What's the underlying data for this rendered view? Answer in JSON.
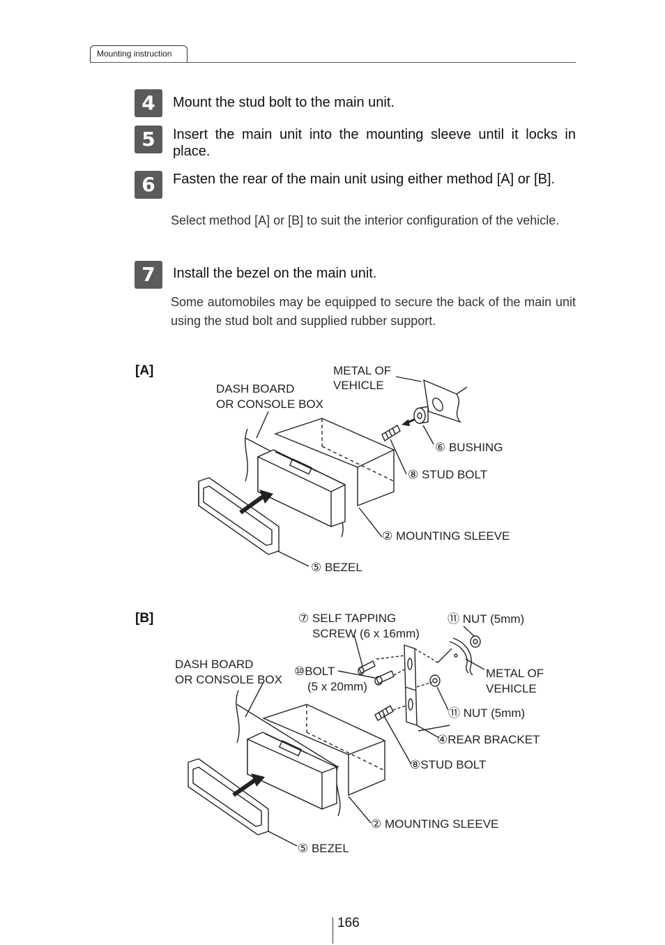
{
  "header": {
    "section_tab": "Mounting instruction"
  },
  "steps": [
    {
      "number": "4",
      "text": "Mount the stud bolt to the main unit."
    },
    {
      "number": "5",
      "text": "Insert the main unit into the mounting sleeve until it locks in place."
    },
    {
      "number": "6",
      "text": "Fasten the rear of the main unit using either method [A] or [B].",
      "note": "Select method [A] or [B] to suit the interior configuration of the vehicle."
    },
    {
      "number": "7",
      "text": "Install the bezel on the main unit.",
      "note": "Some automobiles may be equipped to secure the back of the main unit using the stud bolt and supplied rubber support."
    }
  ],
  "figure_a": {
    "label": "[A]",
    "callouts": {
      "metal_of_vehicle_1": "METAL OF",
      "metal_of_vehicle_2": "VEHICLE",
      "dash_board_1": "DASH BOARD",
      "dash_board_2": "OR CONSOLE BOX",
      "bushing": "⑥ BUSHING",
      "stud_bolt": "⑧ STUD BOLT",
      "mounting_sleeve": "② MOUNTING SLEEVE",
      "bezel": "⑤ BEZEL"
    }
  },
  "figure_b": {
    "label": "[B]",
    "callouts": {
      "self_tapping_1": "⑦ SELF TAPPING",
      "self_tapping_2": "SCREW (6 x 16mm)",
      "nut_top": "⑪ NUT (5mm)",
      "dash_board_1": "DASH BOARD",
      "dash_board_2": "OR CONSOLE BOX",
      "bolt_1": "⑩BOLT",
      "bolt_2": "(5 x 20mm)",
      "metal_of_vehicle_1": "METAL OF",
      "metal_of_vehicle_2": "VEHICLE",
      "nut_mid": "⑪ NUT (5mm)",
      "rear_bracket": "④REAR BRACKET",
      "stud_bolt": "⑧STUD BOLT",
      "mounting_sleeve": "② MOUNTING SLEEVE",
      "bezel": "⑤ BEZEL"
    }
  },
  "footer": {
    "page_number": "166"
  },
  "colors": {
    "badge": "#5b5b5b",
    "text": "#1a1a1a",
    "line": "#222222"
  }
}
